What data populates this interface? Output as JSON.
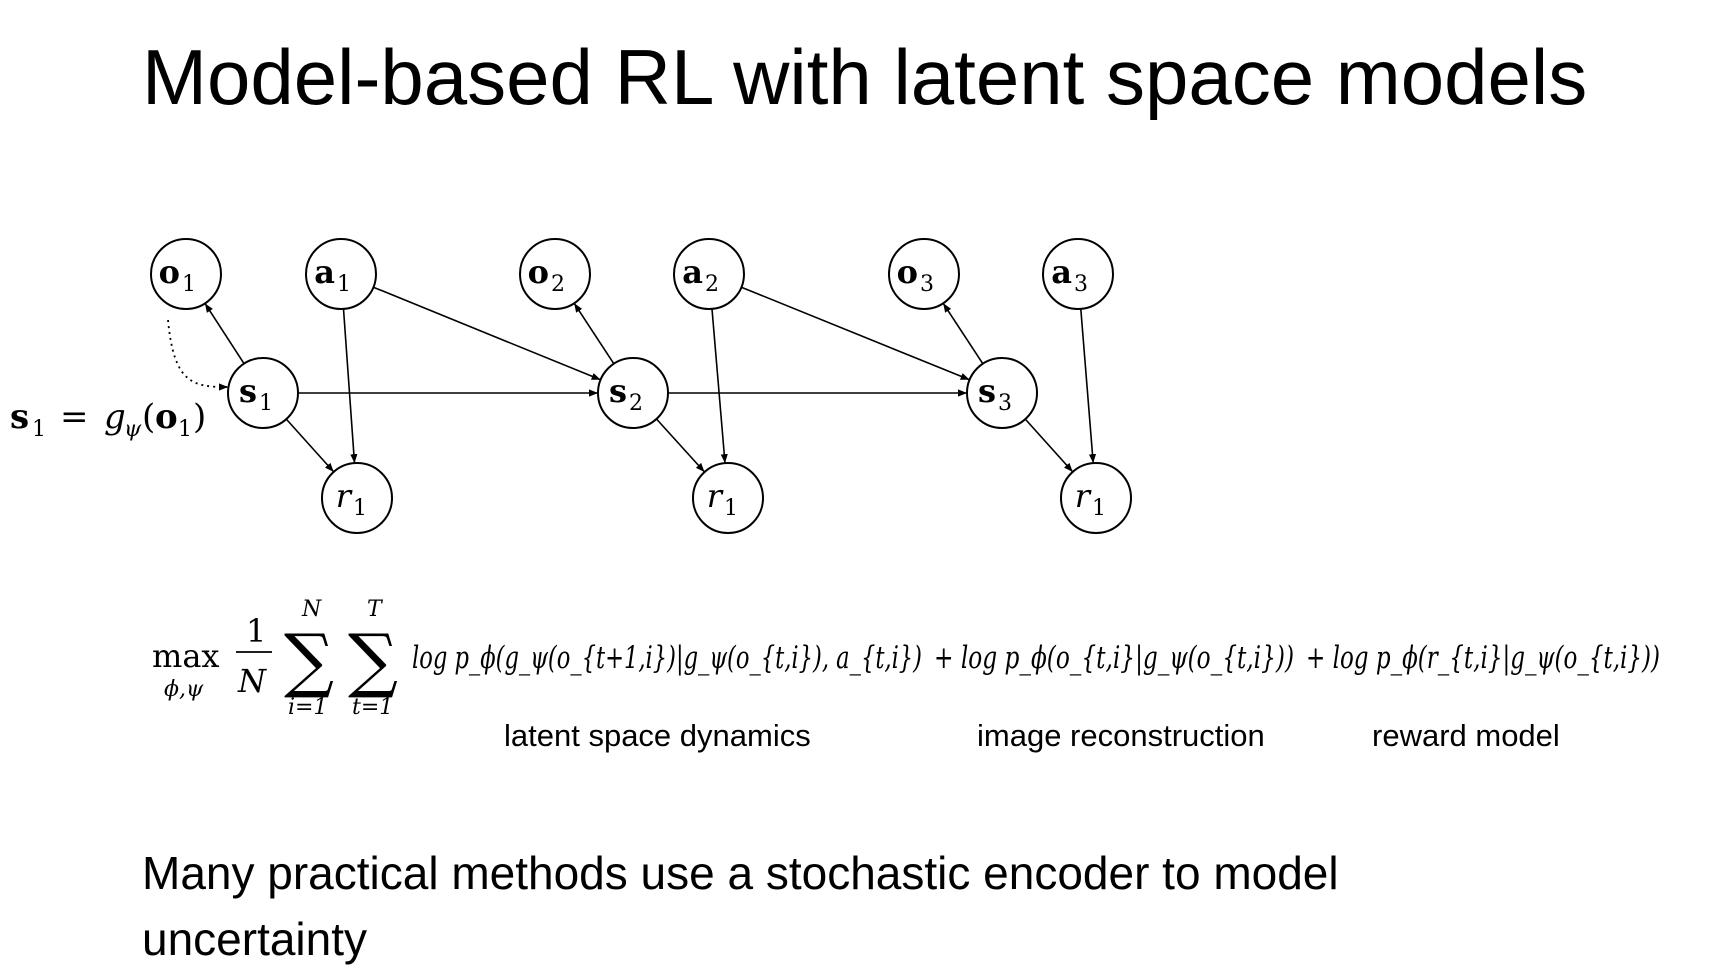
{
  "title": "Model-based RL with latent space models",
  "diagram": {
    "nodes": [
      {
        "id": "o1",
        "base": "o",
        "sub": "1",
        "style": "bold"
      },
      {
        "id": "a1",
        "base": "a",
        "sub": "1",
        "style": "bold"
      },
      {
        "id": "o2",
        "base": "o",
        "sub": "2",
        "style": "bold"
      },
      {
        "id": "a2",
        "base": "a",
        "sub": "2",
        "style": "bold"
      },
      {
        "id": "o3",
        "base": "o",
        "sub": "3",
        "style": "bold"
      },
      {
        "id": "a3",
        "base": "a",
        "sub": "3",
        "style": "bold"
      },
      {
        "id": "s1",
        "base": "s",
        "sub": "1",
        "style": "bold"
      },
      {
        "id": "s2",
        "base": "s",
        "sub": "2",
        "style": "bold"
      },
      {
        "id": "s3",
        "base": "s",
        "sub": "3",
        "style": "bold"
      },
      {
        "id": "r1a",
        "base": "r",
        "sub": "1",
        "style": "italic"
      },
      {
        "id": "r1b",
        "base": "r",
        "sub": "1",
        "style": "italic"
      },
      {
        "id": "r1c",
        "base": "r",
        "sub": "1",
        "style": "italic"
      }
    ],
    "edges": [
      {
        "from": "s1",
        "to": "o1"
      },
      {
        "from": "s2",
        "to": "o2"
      },
      {
        "from": "s3",
        "to": "o3"
      },
      {
        "from": "s1",
        "to": "s2"
      },
      {
        "from": "s2",
        "to": "s3"
      },
      {
        "from": "a1",
        "to": "s2"
      },
      {
        "from": "a2",
        "to": "s3"
      },
      {
        "from": "a1",
        "to": "r1a"
      },
      {
        "from": "a2",
        "to": "r1b"
      },
      {
        "from": "a3",
        "to": "r1c"
      },
      {
        "from": "s1",
        "to": "r1a"
      },
      {
        "from": "s2",
        "to": "r1b"
      },
      {
        "from": "s3",
        "to": "r1c"
      },
      {
        "from": "o1",
        "to": "s1",
        "style": "dotted"
      }
    ],
    "encoder_equation": {
      "lhs": "s",
      "lhs_sub": "1",
      "eq": "=",
      "func": "g",
      "func_sub": "ψ",
      "arg": "o",
      "arg_sub": "1"
    }
  },
  "objective": {
    "max": "max",
    "max_sub": "ϕ,ψ",
    "frac_num": "1",
    "frac_den": "N",
    "sum1_top": "N",
    "sum1_bottom": "i=1",
    "sum2_top": "T",
    "sum2_bottom": "t=1",
    "sum_symbol": "∑",
    "term1": "log p_ϕ(g_ψ(o_{t+1,i})|g_ψ(o_{t,i}), a_{t,i})",
    "term2": "+ log p_ϕ(o_{t,i}|g_ψ(o_{t,i}))",
    "term3": "+ log p_ϕ(r_{t,i}|g_ψ(o_{t,i}))"
  },
  "term_labels": {
    "dynamics": "latent space dynamics",
    "reconstruction": "image reconstruction",
    "reward": "reward model"
  },
  "footer": "Many practical methods use a stochastic encoder to model uncertainty"
}
